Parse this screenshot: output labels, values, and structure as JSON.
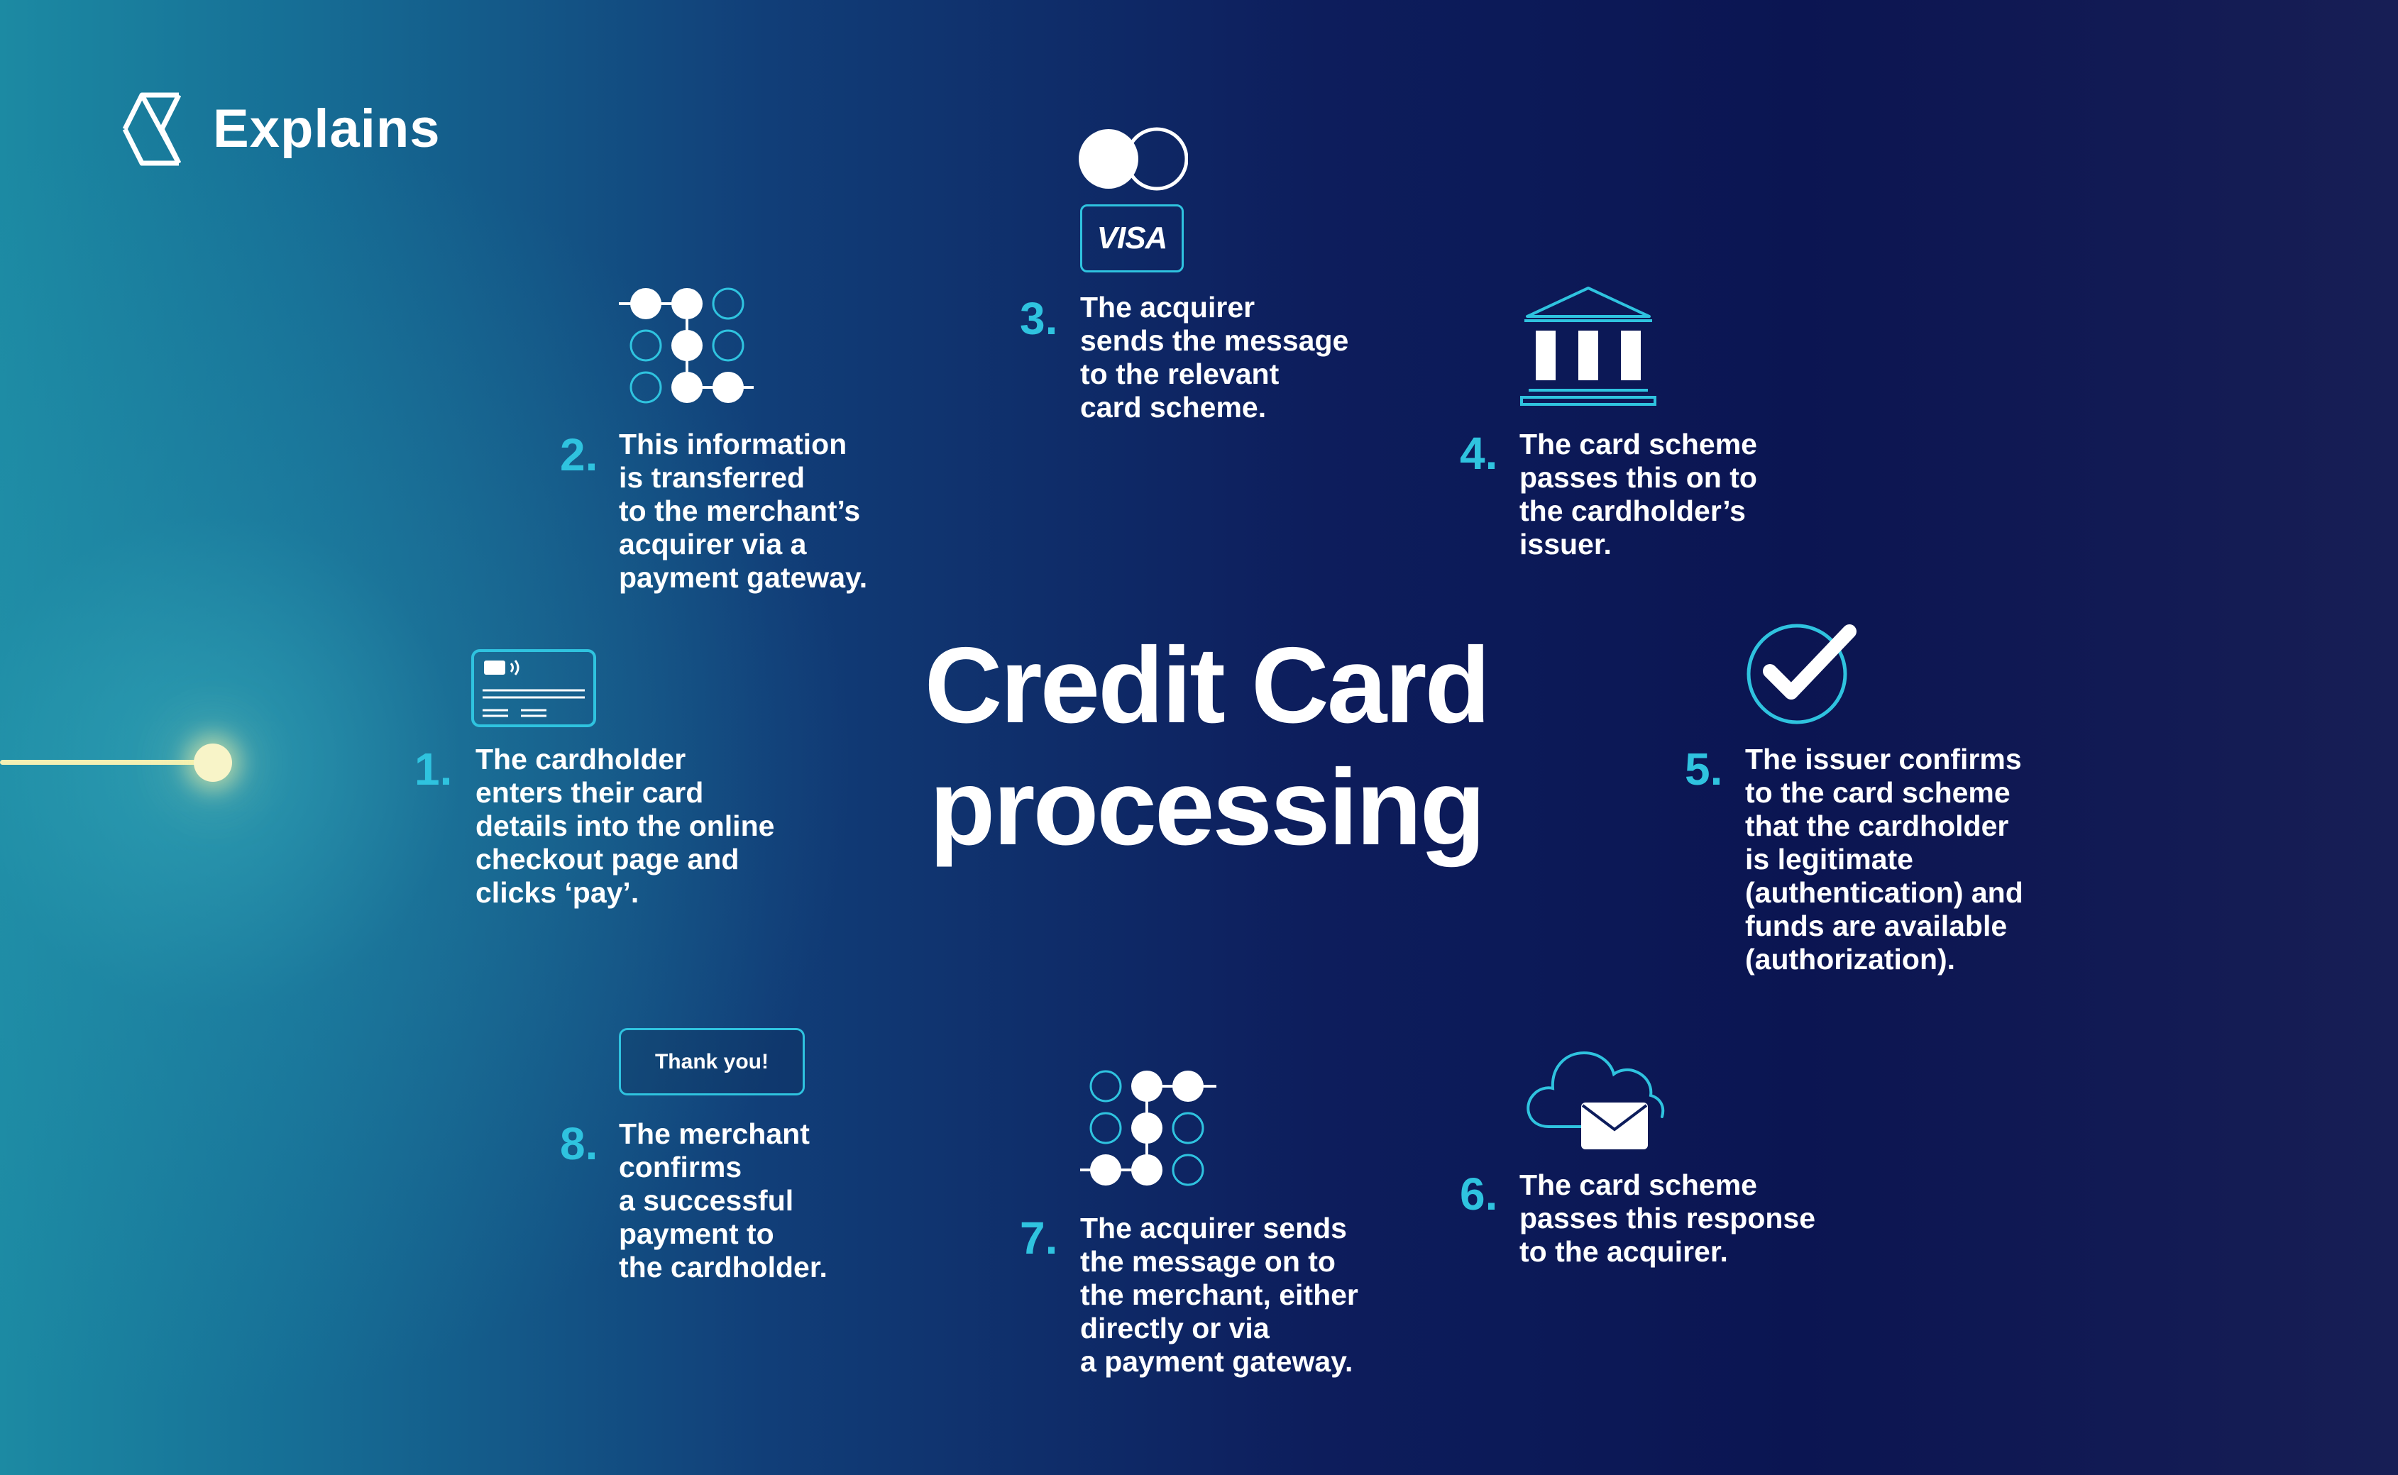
{
  "brand": {
    "name": "Explains",
    "icon": "x-logo-icon"
  },
  "title": "Credit Card\nprocessing",
  "colors": {
    "accent": "#2fc3df",
    "timeline": "#f4f0b4",
    "text": "#ffffff"
  },
  "steps": [
    {
      "number": "1.",
      "text": "The cardholder\nenters their card\ndetails into the online\ncheckout page and\nclicks ‘pay’.",
      "icon": "credit-card-icon"
    },
    {
      "number": "2.",
      "text": "This information\nis transferred\nto the merchant’s\nacquirer via a\npayment gateway.",
      "icon": "dot-network-icon"
    },
    {
      "number": "3.",
      "text": "The acquirer\nsends the message\nto the relevant\ncard scheme.",
      "icon": "card-scheme-icon"
    },
    {
      "number": "4.",
      "text": "The card scheme\npasses this on to\nthe cardholder’s\nissuer.",
      "icon": "bank-icon"
    },
    {
      "number": "5.",
      "text": "The issuer confirms\nto the card scheme\nthat the cardholder\nis legitimate\n(authentication) and\nfunds are available\n(authorization).",
      "icon": "check-circle-icon"
    },
    {
      "number": "6.",
      "text": "The card scheme\npasses this response\nto the acquirer.",
      "icon": "cloud-mail-icon"
    },
    {
      "number": "7.",
      "text": "The acquirer sends\nthe message on to\nthe merchant, either\ndirectly or via\na payment gateway.",
      "icon": "dot-network-icon"
    },
    {
      "number": "8.",
      "text": "The merchant\nconfirms\na successful\npayment to\nthe cardholder.",
      "icon": "thank-you-button"
    }
  ],
  "visa_label": "VISA",
  "thank_you_label": "Thank you!"
}
